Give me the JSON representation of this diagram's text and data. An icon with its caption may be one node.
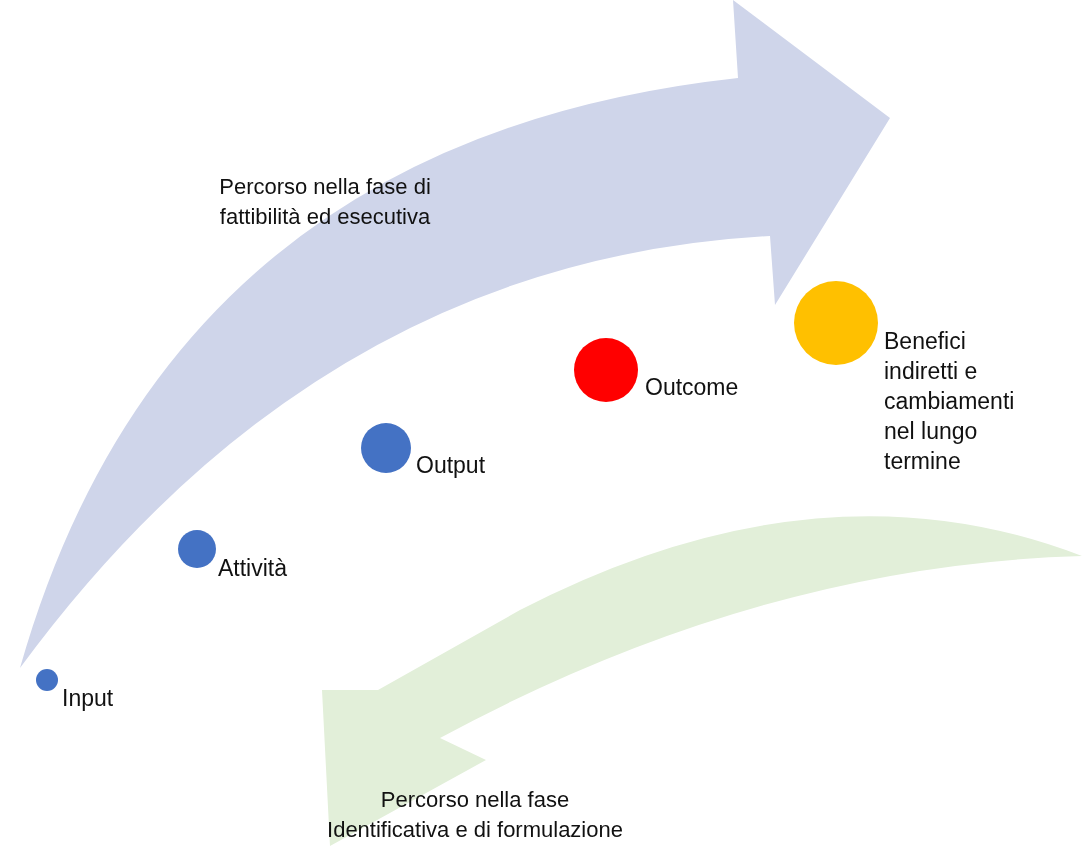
{
  "diagram": {
    "nodes": [
      {
        "text": [],
        "shape": "circle",
        "beside": [
          "Input"
        ]
      },
      {
        "text": [],
        "shape": "circle",
        "beside": [
          "Attività"
        ]
      },
      {
        "text": [],
        "shape": "circle",
        "beside": [
          "Output"
        ]
      },
      {
        "text": [],
        "shape": "circle",
        "beside": [
          "Outcome"
        ]
      },
      {
        "text": [],
        "shape": "circle",
        "beside": [
          "Benefici indiretti e cambiamenti nel lungo termine"
        ]
      }
    ],
    "labels": [
      "Percorso nella fase di fattibilità ed esecutiva",
      "Percorso nella fase Identificativa e di formulazione"
    ]
  }
}
